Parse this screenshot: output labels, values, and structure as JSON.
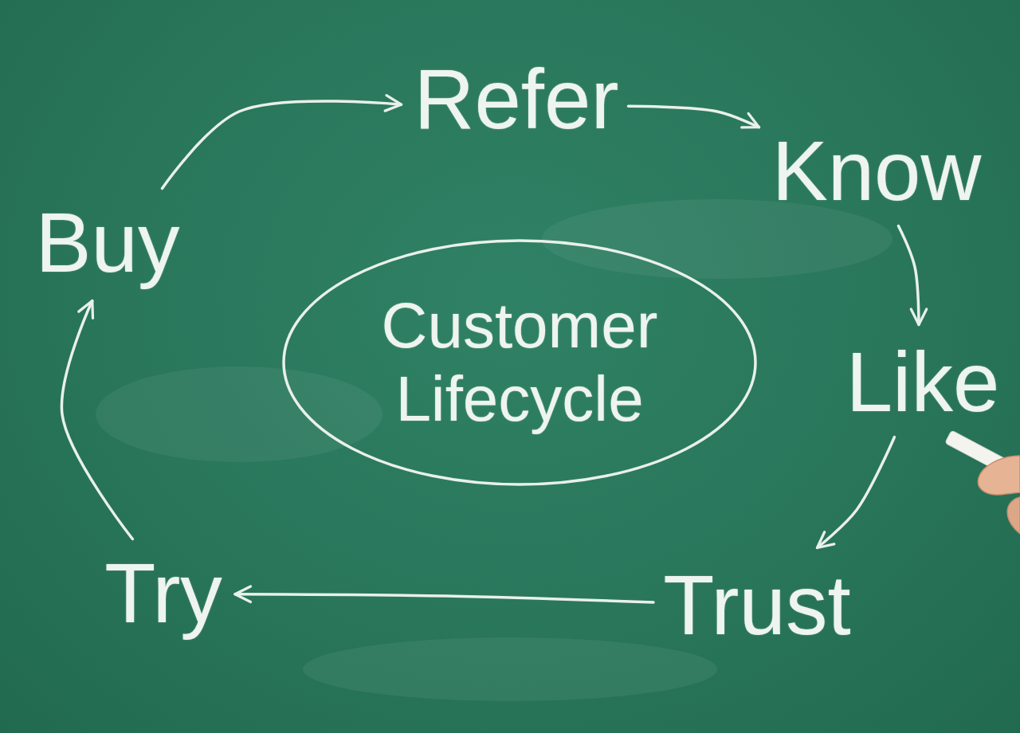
{
  "diagram": {
    "nodes": [
      {
        "text": [
          "Refer"
        ]
      },
      {
        "text": [
          "Know"
        ]
      },
      {
        "text": [
          "Like"
        ]
      },
      {
        "text": [
          "Trust"
        ]
      },
      {
        "text": [
          "Try"
        ]
      },
      {
        "text": [
          "Buy"
        ]
      },
      {
        "text": [
          "Customer Lifecycle"
        ]
      }
    ],
    "edges": [
      {
        "from": 0,
        "to": 1,
        "arrow": "to"
      },
      {
        "from": 1,
        "to": 2,
        "arrow": "to"
      },
      {
        "from": 2,
        "to": 3,
        "arrow": "to"
      },
      {
        "from": 3,
        "to": 4,
        "arrow": "to"
      },
      {
        "from": 4,
        "to": 5,
        "arrow": "to"
      },
      {
        "from": 5,
        "to": 0,
        "arrow": "to"
      }
    ]
  }
}
